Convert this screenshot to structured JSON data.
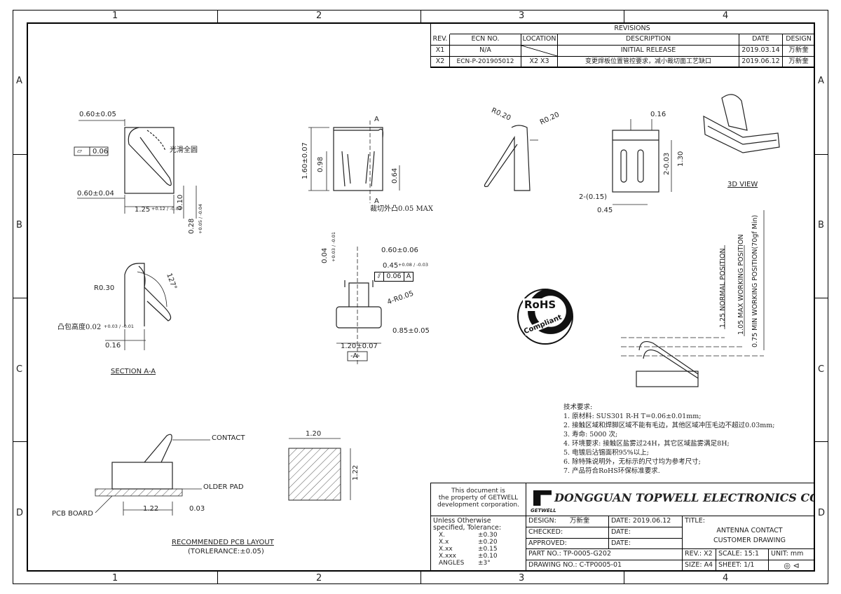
{
  "grid": {
    "cols": [
      "1",
      "2",
      "3",
      "4"
    ],
    "rows": [
      "A",
      "B",
      "C",
      "D"
    ]
  },
  "revisions": {
    "title": "REVISIONS",
    "headers": [
      "REV.",
      "ECN NO.",
      "LOCATION",
      "DESCRIPTION",
      "DATE",
      "DESIGN"
    ],
    "rows": [
      [
        "X1",
        "N/A",
        "",
        "INITIAL RELEASE",
        "2019.03.14",
        "万新奎"
      ],
      [
        "X2",
        "ECN-P-201905012",
        "X2 X3",
        "变更焊板位置管控要求，减小裁切面工艺缺口",
        "2019.06.12",
        "万新奎"
      ]
    ]
  },
  "views": {
    "front": {
      "dim_top": "0.60±0.05",
      "flatness": "0.06",
      "note": "光滑全圆",
      "dim_left": "0.60±0.04",
      "dim_width": "1.25",
      "dim_width_tol": "+0.12 / -0.03",
      "dim_010": "0.10",
      "dim_028": "0.28",
      "dim_028_tol": "+0.05 / -0.04"
    },
    "side": {
      "section_mark": "A",
      "dim_height": "1.60±0.07",
      "dim_098": "0.98",
      "dim_064": "0.64",
      "note": "裁切外凸0.05 MAX"
    },
    "iso": {
      "r1": "R0.20",
      "r2": "R0.20"
    },
    "right": {
      "dim_016": "0.16",
      "dim_slot": "2-0.03",
      "dim_130": "1.30",
      "dim_015": "2-(0.15)",
      "dim_045": "0.45"
    },
    "view3d": {
      "label": "3D VIEW"
    },
    "section": {
      "r": "R0.30",
      "angle": "127°",
      "bump": "凸包高度0.02",
      "bump_tol": "+0.03 / -0.01",
      "dim_016": "0.16",
      "label": "SECTION A-A"
    },
    "top": {
      "dim_004": "0.04",
      "dim_004_tol": "+0.03 / -0.01",
      "dim_060": "0.60±0.06",
      "dim_045": "0.45",
      "dim_045_tol": "+0.08 / -0.03",
      "parallel": "0.06",
      "datum": "A",
      "radius": "4-R0.05",
      "dim_085": "0.85±0.05",
      "dim_120": "1.20±0.07",
      "datum_box": "-A-"
    },
    "positions": {
      "normal": "1.25 NORMAL POSITION",
      "max": "1.05 MAX  WORKING POSITION",
      "min": "0.75 MIN WORKING POSITION(70gf Min)"
    },
    "pcb": {
      "contact": "CONTACT",
      "pad": "OLDER PAD",
      "board": "PCB BOARD",
      "dim_122": "1.22",
      "dim_003": "0.03",
      "pad_w": "1.20",
      "pad_h": "1.22",
      "title": "RECOMMENDED PCB LAYOUT",
      "tol": "(TORLERANCE:±0.05)"
    },
    "rohs": {
      "top": "RoHS",
      "bottom": "Compliant"
    }
  },
  "notes": {
    "heading": "技术要求:",
    "items": [
      "1. 原材料: SUS301 R-H T=0.06±0.01mm;",
      "2. 接触区域和焊脚区域不能有毛边，其他区域冲压毛边不超过0.03mm;",
      "3. 寿命: 5000 次;",
      "4. 环境要求: 接触区盐雾过24H，其它区域盐雾满足8H;",
      "5. 电镀后沾锡面积95%以上;",
      "6. 除特殊说明外，无标示的尺寸均为参考尺寸;",
      "7. 产品符合RoHS环保标准要求."
    ]
  },
  "titleblock": {
    "property": [
      "This document is",
      "the property of GETWELL",
      "development corporation."
    ],
    "logo": "GETWELL",
    "company": "DONGGUAN TOPWELL ELECTRONICS CO.,LTD.",
    "tol_title": [
      "Unless Otherwise",
      "specified, Tolerance:"
    ],
    "tol_rows": [
      [
        "X.",
        "±0.30"
      ],
      [
        "X.x",
        "±0.20"
      ],
      [
        "X.xx",
        "±0.15"
      ],
      [
        "X.xxx",
        "±0.10"
      ],
      [
        "ANGLES",
        "±3°"
      ]
    ],
    "design_label": "DESIGN:",
    "design_value": "万新奎",
    "date1": "DATE: 2019.06.12",
    "checked": "CHECKED:",
    "date2": "DATE:",
    "approved": "APPROVED:",
    "date3": "DATE:",
    "part_no": "PART NO.: TP-0005-G202",
    "drawing_no": "DRAWING NO.: C-TP0005-01",
    "title_label": "TITLE:",
    "title_line1": "ANTENNA CONTACT",
    "title_line2": "CUSTOMER DRAWING",
    "rev": "REV.: X2",
    "scale": "SCALE: 15:1",
    "unit": "UNIT: mm",
    "size": "SIZE: A4",
    "sheet": "SHEET: 1/1"
  }
}
